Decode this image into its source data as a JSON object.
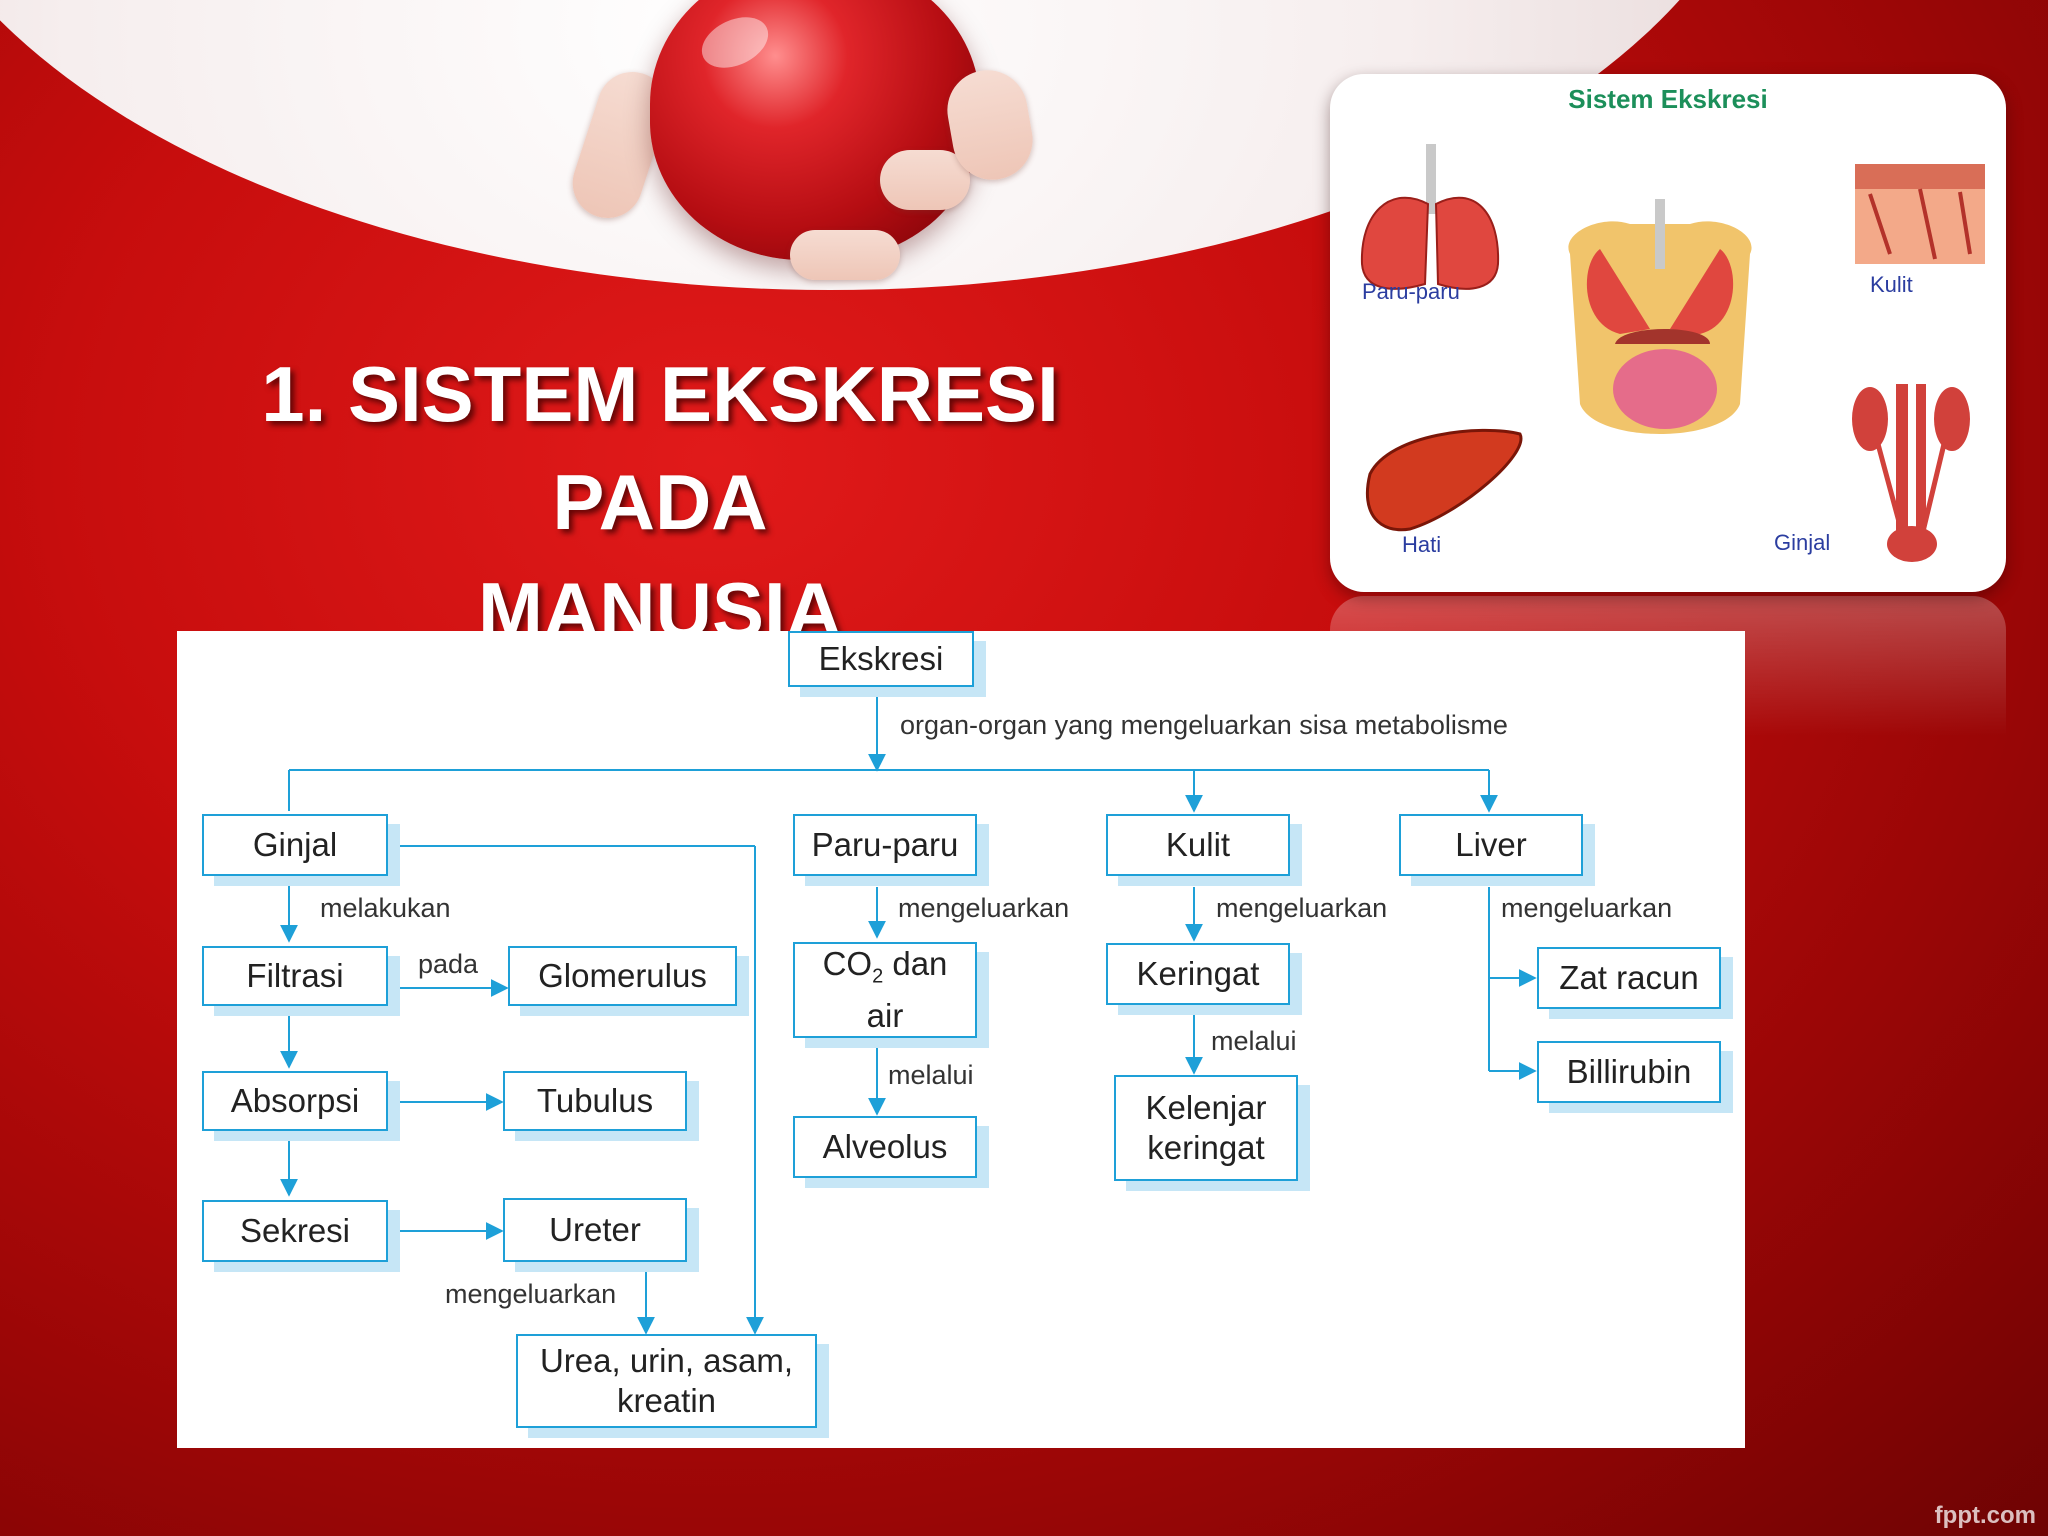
{
  "slide": {
    "title_line1": "1. SISTEM EKSKRESI PADA",
    "title_line2": "MANUSIA",
    "footer": "fppt.com"
  },
  "photo": {
    "title": "Sistem Ekskresi",
    "labels": {
      "lungs": "Paru-paru",
      "skin": "Kulit",
      "liver": "Hati",
      "kidney": "Ginjal"
    }
  },
  "diagram": {
    "root": "Ekskresi",
    "root_edge": "organ-organ yang mengeluarkan sisa metabolisme",
    "nodes": {
      "ginjal": "Ginjal",
      "filtrasi": "Filtrasi",
      "glomerulus": "Glomerulus",
      "absorpsi": "Absorpsi",
      "tubulus": "Tubulus",
      "sekresi": "Sekresi",
      "ureter": "Ureter",
      "urea": "Urea, urin, asam,",
      "urea2": "kreatin",
      "paru": "Paru-paru",
      "co2_a": "CO",
      "co2_sub": "2",
      "co2_b": " dan",
      "co2_c": "air",
      "alveolus": "Alveolus",
      "kulit": "Kulit",
      "keringat": "Keringat",
      "kelenjar_a": "Kelenjar",
      "kelenjar_b": "keringat",
      "liver": "Liver",
      "zat": "Zat  racun",
      "billirubin": "Billirubin"
    },
    "edges": {
      "melakukan": "melakukan",
      "pada": "pada",
      "mengeluarkan_ureter": "mengeluarkan",
      "mengeluarkan_paru": "mengeluarkan",
      "melalui_paru": "melalui",
      "mengeluarkan_kulit": "mengeluarkan",
      "melalui_kulit": "melalui",
      "mengeluarkan_liver": "mengeluarkan"
    }
  },
  "colors": {
    "line": "#1ea0d8",
    "node_shadow": "#c6e6f6",
    "background_red": "#c70d0d"
  }
}
